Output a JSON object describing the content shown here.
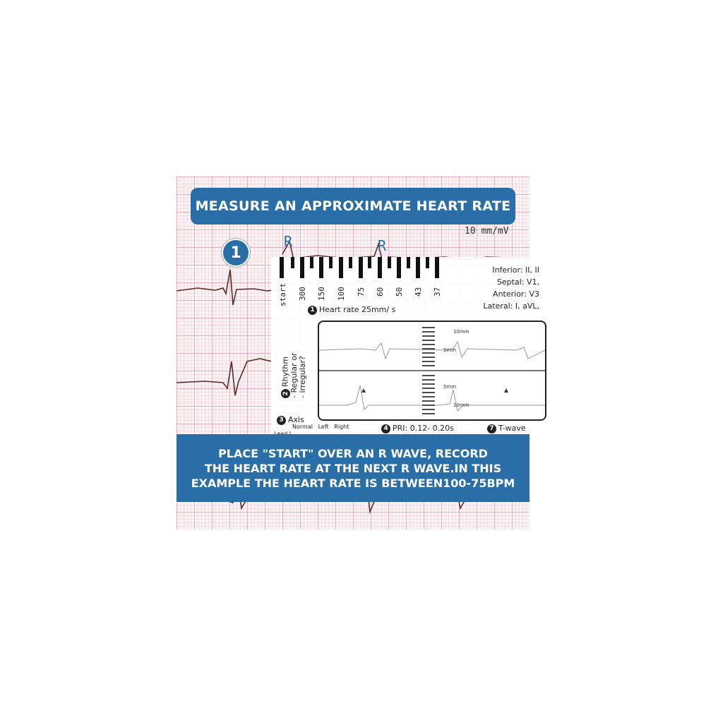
{
  "title": "MEASURE AN APPROXIMATE HEART RATE",
  "step": "1",
  "r_wave_labels": [
    "R",
    "R"
  ],
  "gain": "10 mm/mV",
  "ruler": {
    "start_label": "start",
    "rates": [
      "300",
      "150",
      "100",
      "75",
      "60",
      "50",
      "43",
      "37"
    ],
    "heart_rate_num": "1",
    "heart_rate_label": "Heart rate 25mm/ s"
  },
  "leads": {
    "inferior": "Inferior: II, II",
    "septal": "Septal: V1,",
    "anterior": "Anterior: V3",
    "lateral": "Lateral: I, aVL,"
  },
  "rhythm": {
    "num": "2",
    "label": "Rhythm",
    "line1": "- Regular or",
    "line2": "- irregular?"
  },
  "axis": {
    "num": "3",
    "label": "Axis",
    "sub_normal": "Normal",
    "sub_left": "Left",
    "sub_right": "Right",
    "lead": "Lead I"
  },
  "pri": {
    "num": "4",
    "label": "PRI: 0.12- 0.20s"
  },
  "twave": {
    "num": "7",
    "label": "T-wave"
  },
  "scale_labels": {
    "top_10mm": "10mm",
    "top_5mm": "5mm",
    "bottom_5mm": "5mm",
    "bottom_10mm": "10mm"
  },
  "instructions": {
    "line1": "PLACE \"START\" OVER AN R WAVE, RECORD",
    "line2": "THE HEART RATE AT THE NEXT R WAVE.IN THIS",
    "line3": "EXAMPLE THE HEART RATE IS BETWEEN100-75BPM"
  },
  "colors": {
    "banner": "#2a6ea8",
    "grid": "#d6788c",
    "trace": "#5a2b2b"
  }
}
